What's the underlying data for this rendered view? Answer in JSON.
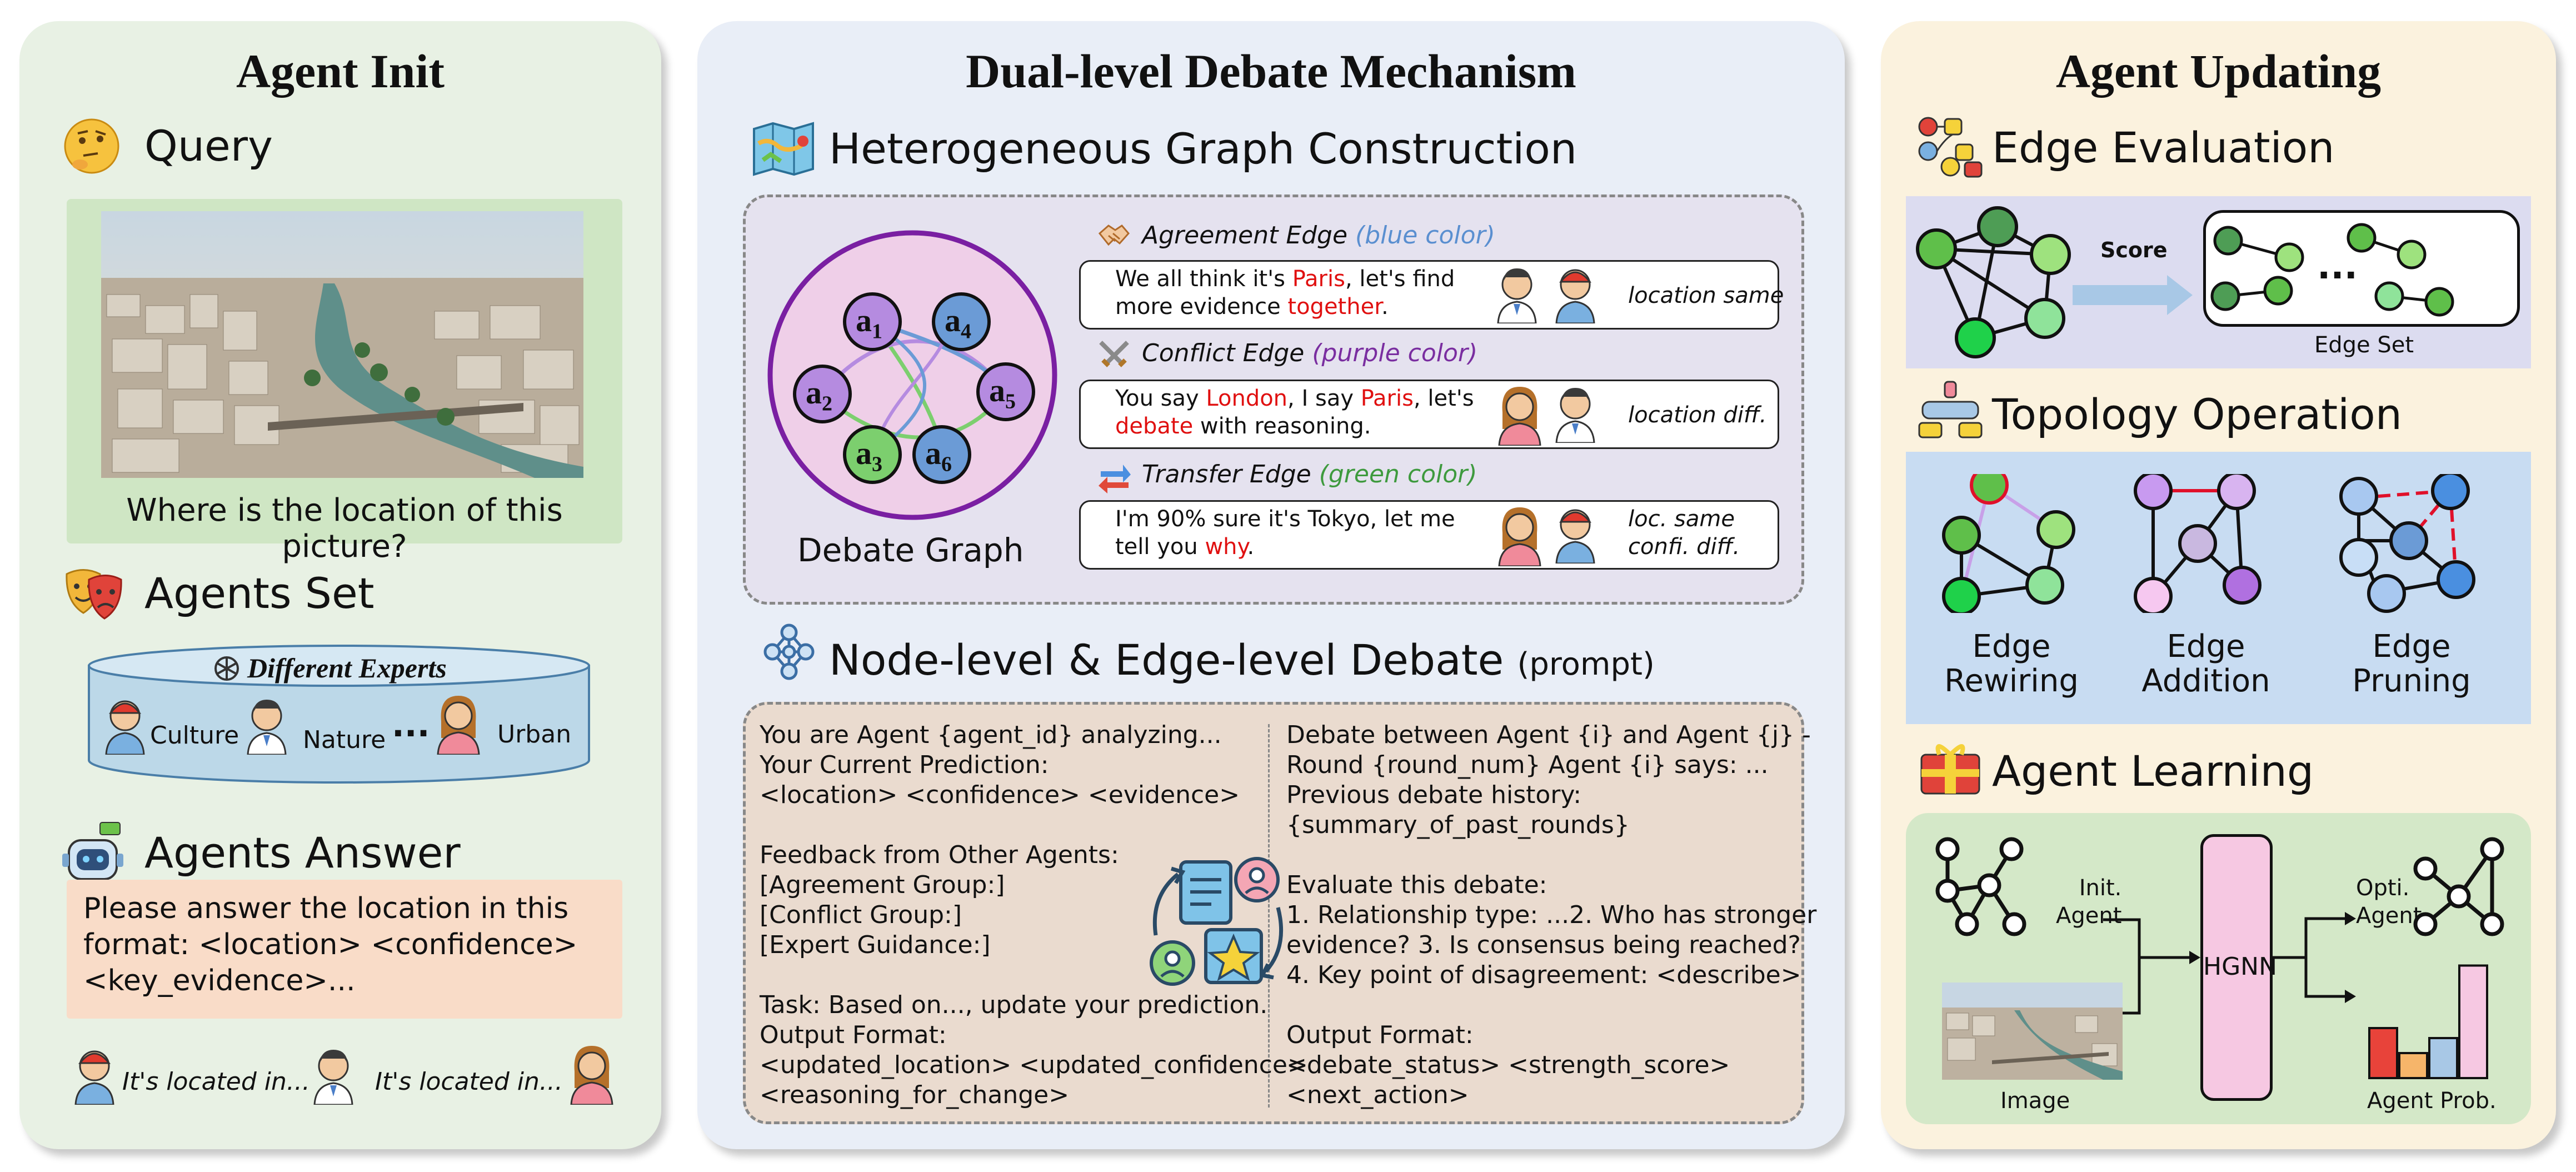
{
  "agent_init": {
    "title": "Agent Init",
    "query_heading": "Query",
    "query_question": "Where is the location of this picture?",
    "agents_set_heading": "Agents Set",
    "experts_title": "Different Experts",
    "experts": [
      "Culture",
      "Nature",
      "Urban"
    ],
    "experts_ellipsis": "...",
    "agents_answer_heading": "Agents Answer",
    "answer_prompt_lines": [
      "Please answer the location in this",
      "format: <location> <confidence>",
      "<key_evidence>..."
    ],
    "answer_snippets": [
      "It's located in...",
      "It's located in..."
    ]
  },
  "debate": {
    "title": "Dual-level Debate Mechanism",
    "hgc_heading": "Heterogeneous Graph Construction",
    "graph_caption": "Debate Graph",
    "nodes": [
      "a",
      "a",
      "a",
      "a",
      "a",
      "a"
    ],
    "node_subs": [
      "1",
      "4",
      "2",
      "5",
      "3",
      "6"
    ],
    "agreement": {
      "label": "Agreement Edge",
      "color_note": "(blue color)",
      "text1_a": "We all think it's ",
      "text1_b": "Paris",
      "text1_c": ", let's find",
      "text2_a": "more evidence ",
      "text2_b": "together",
      "text2_c": ".",
      "tag": "location same"
    },
    "conflict": {
      "label": "Conflict Edge",
      "color_note": "(purple color)",
      "text1_a": "You say ",
      "text1_b": "London",
      "text1_c": ", I say ",
      "text1_d": "Paris",
      "text1_e": ", let's",
      "text2_a": "debate",
      "text2_b": " with reasoning.",
      "tag": "location diff."
    },
    "transfer": {
      "label": "Transfer Edge",
      "color_note": "(green color)",
      "text1": "I'm 90% sure it's Tokyo, let me",
      "text2_a": "tell you ",
      "text2_b": "why",
      "text2_c": ".",
      "tag1": "loc. same",
      "tag2": "confi. diff."
    },
    "nel_heading": "Node-level & Edge-level Debate",
    "nel_heading_suffix": "(prompt)",
    "prompt_left": [
      "You are Agent {agent_id} analyzing...",
      "Your Current Prediction:",
      "<location> <confidence> <evidence>",
      "",
      "Feedback from Other Agents:",
      "[Agreement Group:]",
      "[Conflict Group:]",
      "[Expert Guidance:]",
      "",
      "Task: Based on..., update your prediction.",
      "Output Format:",
      "<updated_location> <updated_confidence>",
      "<reasoning_for_change>"
    ],
    "prompt_right": [
      "Debate between Agent {i} and Agent {j} -",
      "Round {round_num} Agent {i} says: ...",
      "Previous debate history:",
      "{summary_of_past_rounds}",
      "",
      "Evaluate this debate:",
      "1. Relationship type: ...2. Who has stronger",
      "evidence? 3. Is consensus being reached?",
      "4. Key point of disagreement: <describe>",
      "",
      "Output Format:",
      "<debate_status> <strength_score>",
      "<next_action>"
    ]
  },
  "updating": {
    "title": "Agent Updating",
    "edge_eval_heading": "Edge Evaluation",
    "score_label": "Score",
    "edge_set_ellipsis": "...",
    "edge_set_label": "Edge Set",
    "topology_heading": "Topology Operation",
    "ops": [
      [
        "Edge",
        "Rewiring"
      ],
      [
        "Edge",
        "Addition"
      ],
      [
        "Edge",
        "Pruning"
      ]
    ],
    "learning_heading": "Agent Learning",
    "init_agent": [
      "Init.",
      "Agent"
    ],
    "opti_agent": [
      "Opti.",
      "Agent"
    ],
    "hgnn_label": "HGNN",
    "image_label": "Image",
    "prob_label": "Agent Prob.",
    "prob_values": [
      0.4,
      0.2,
      0.32,
      0.9
    ]
  },
  "colors": {
    "left_bg": "#e8f1e4",
    "mid_bg": "#e9eef7",
    "right_bg": "#fbf2de",
    "node_purple": "#b58be0",
    "node_blue": "#6b9bd6",
    "node_green": "#7ccf6e",
    "graph_ring": "#7a1fa2",
    "red_text": "#e01010"
  }
}
